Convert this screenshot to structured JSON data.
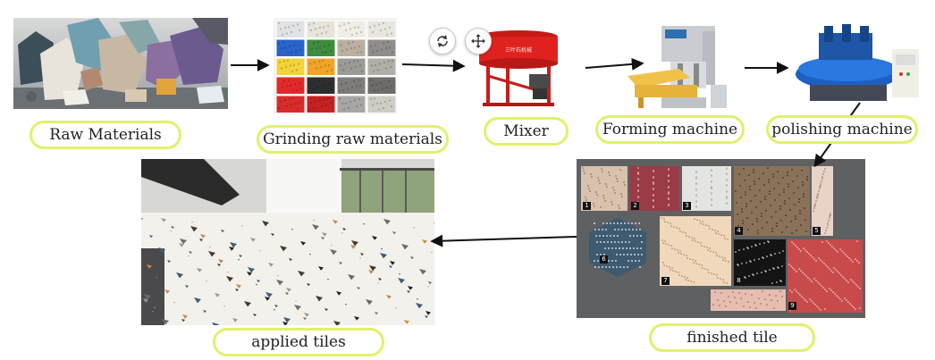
{
  "steps": {
    "raw_materials": "Raw Materials",
    "grinding": "Grinding raw materials",
    "mixer": "Mixer",
    "forming": "Forming machine",
    "polishing": "polishing machine",
    "finished": "finished tile",
    "applied": "applied tiles"
  },
  "mixer_brand_text": "三叶石机械",
  "tile_numbers": [
    "1",
    "2",
    "3",
    "4",
    "5",
    "6",
    "7",
    "8",
    "9"
  ],
  "toolbar": {
    "rotate_icon": "rotate-icon",
    "move_icon": "move-icon"
  },
  "colors": {
    "label_border": "#e2f06a",
    "arrow": "#111111",
    "mixer_red": "#e0221f"
  }
}
